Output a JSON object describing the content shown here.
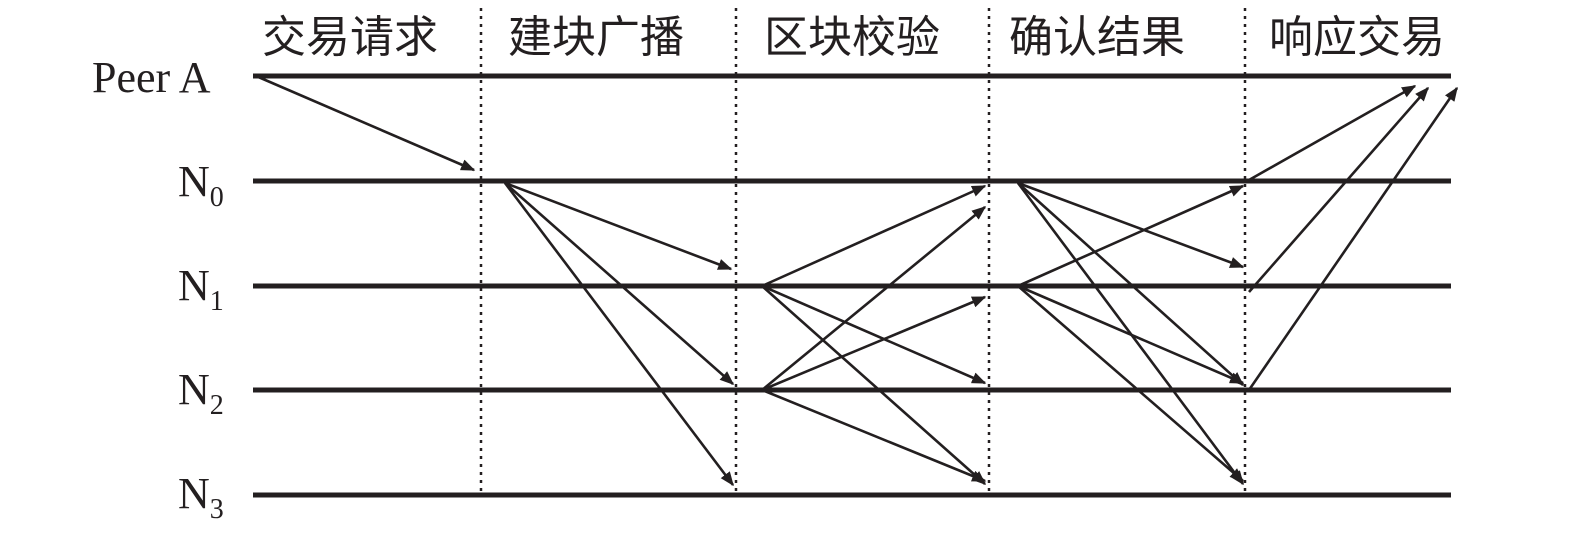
{
  "phases": [
    "交易请求",
    "建块广播",
    "区块校验",
    "确认结果",
    "响应交易"
  ],
  "nodes": {
    "peer": "Peer A",
    "n0": {
      "base": "N",
      "sub": "0"
    },
    "n1": {
      "base": "N",
      "sub": "1"
    },
    "n2": {
      "base": "N",
      "sub": "2"
    },
    "n3": {
      "base": "N",
      "sub": "3"
    }
  },
  "colors": {
    "ink": "#231f20",
    "background": "#ffffff"
  },
  "messages": [
    {
      "phase": "交易请求",
      "from": "Peer A",
      "to": "N0"
    },
    {
      "phase": "建块广播",
      "from": "N0",
      "to": "N1"
    },
    {
      "phase": "建块广播",
      "from": "N0",
      "to": "N2"
    },
    {
      "phase": "建块广播",
      "from": "N0",
      "to": "N3"
    },
    {
      "phase": "区块校验",
      "from": "N1",
      "to": "N0"
    },
    {
      "phase": "区块校验",
      "from": "N1",
      "to": "N2"
    },
    {
      "phase": "区块校验",
      "from": "N1",
      "to": "N3"
    },
    {
      "phase": "区块校验",
      "from": "N2",
      "to": "N0"
    },
    {
      "phase": "区块校验",
      "from": "N2",
      "to": "N1"
    },
    {
      "phase": "区块校验",
      "from": "N2",
      "to": "N3"
    },
    {
      "phase": "确认结果",
      "from": "N0",
      "to": "N1"
    },
    {
      "phase": "确认结果",
      "from": "N0",
      "to": "N2"
    },
    {
      "phase": "确认结果",
      "from": "N0",
      "to": "N3"
    },
    {
      "phase": "确认结果",
      "from": "N1",
      "to": "N0"
    },
    {
      "phase": "确认结果",
      "from": "N1",
      "to": "N2"
    },
    {
      "phase": "确认结果",
      "from": "N1",
      "to": "N3"
    },
    {
      "phase": "响应交易",
      "from": "N0",
      "to": "Peer A"
    },
    {
      "phase": "响应交易",
      "from": "N1",
      "to": "Peer A"
    },
    {
      "phase": "响应交易",
      "from": "N2",
      "to": "Peer A"
    }
  ]
}
